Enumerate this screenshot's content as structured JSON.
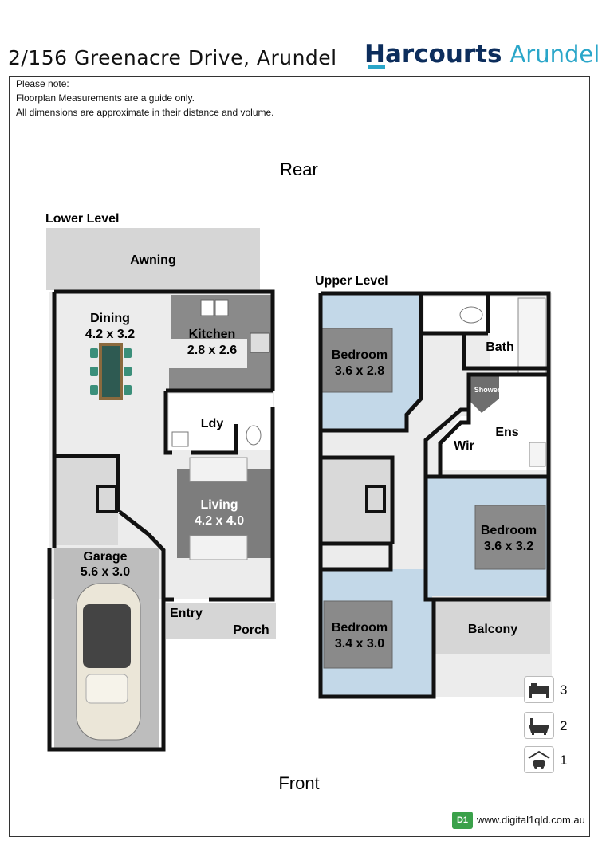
{
  "header": {
    "address": "2/156 Greenacre Drive, Arundel",
    "brand_name": "Harcourts",
    "brand_suffix": "Arundel",
    "brand_color": "#0c2d5c",
    "brand_accent": "#2aa6c9"
  },
  "notes": {
    "line1": "Please note:",
    "line2": "Floorplan Measurements are a guide only.",
    "line3": "All dimensions are approximate in their distance and volume."
  },
  "orientation": {
    "rear": "Rear",
    "front": "Front"
  },
  "lower_level": {
    "title": "Lower Level",
    "awning": "Awning",
    "dining_name": "Dining",
    "dining_size": "4.2 x 3.2",
    "kitchen_name": "Kitchen",
    "kitchen_size": "2.8 x 2.6",
    "laundry": "Ldy",
    "living_name": "Living",
    "living_size": "4.2 x 4.0",
    "garage_name": "Garage",
    "garage_size": "5.6 x 3.0",
    "entry": "Entry",
    "porch": "Porch"
  },
  "upper_level": {
    "title": "Upper Level",
    "bedroom1_name": "Bedroom",
    "bedroom1_size": "3.6 x 2.8",
    "bath": "Bath",
    "shower": "Shower",
    "ensuite": "Ens",
    "wir": "Wir",
    "bedroom2_name": "Bedroom",
    "bedroom2_size": "3.6 x 3.2",
    "bedroom3_name": "Bedroom",
    "bedroom3_size": "3.4 x 3.0",
    "balcony": "Balcony"
  },
  "features": {
    "bedrooms": "3",
    "bathrooms": "2",
    "garages": "1",
    "bed_icon": "bed-icon",
    "bath_icon": "bathtub-icon",
    "garage_icon": "garage-car-icon"
  },
  "footer": {
    "logo_text": "D1",
    "url": "www.digital1qld.com.au"
  },
  "colors": {
    "bedroom_fill": "#c3d8e8",
    "wall": "#111111",
    "floor": "#ececec",
    "outdoor": "#d6d6d6"
  }
}
